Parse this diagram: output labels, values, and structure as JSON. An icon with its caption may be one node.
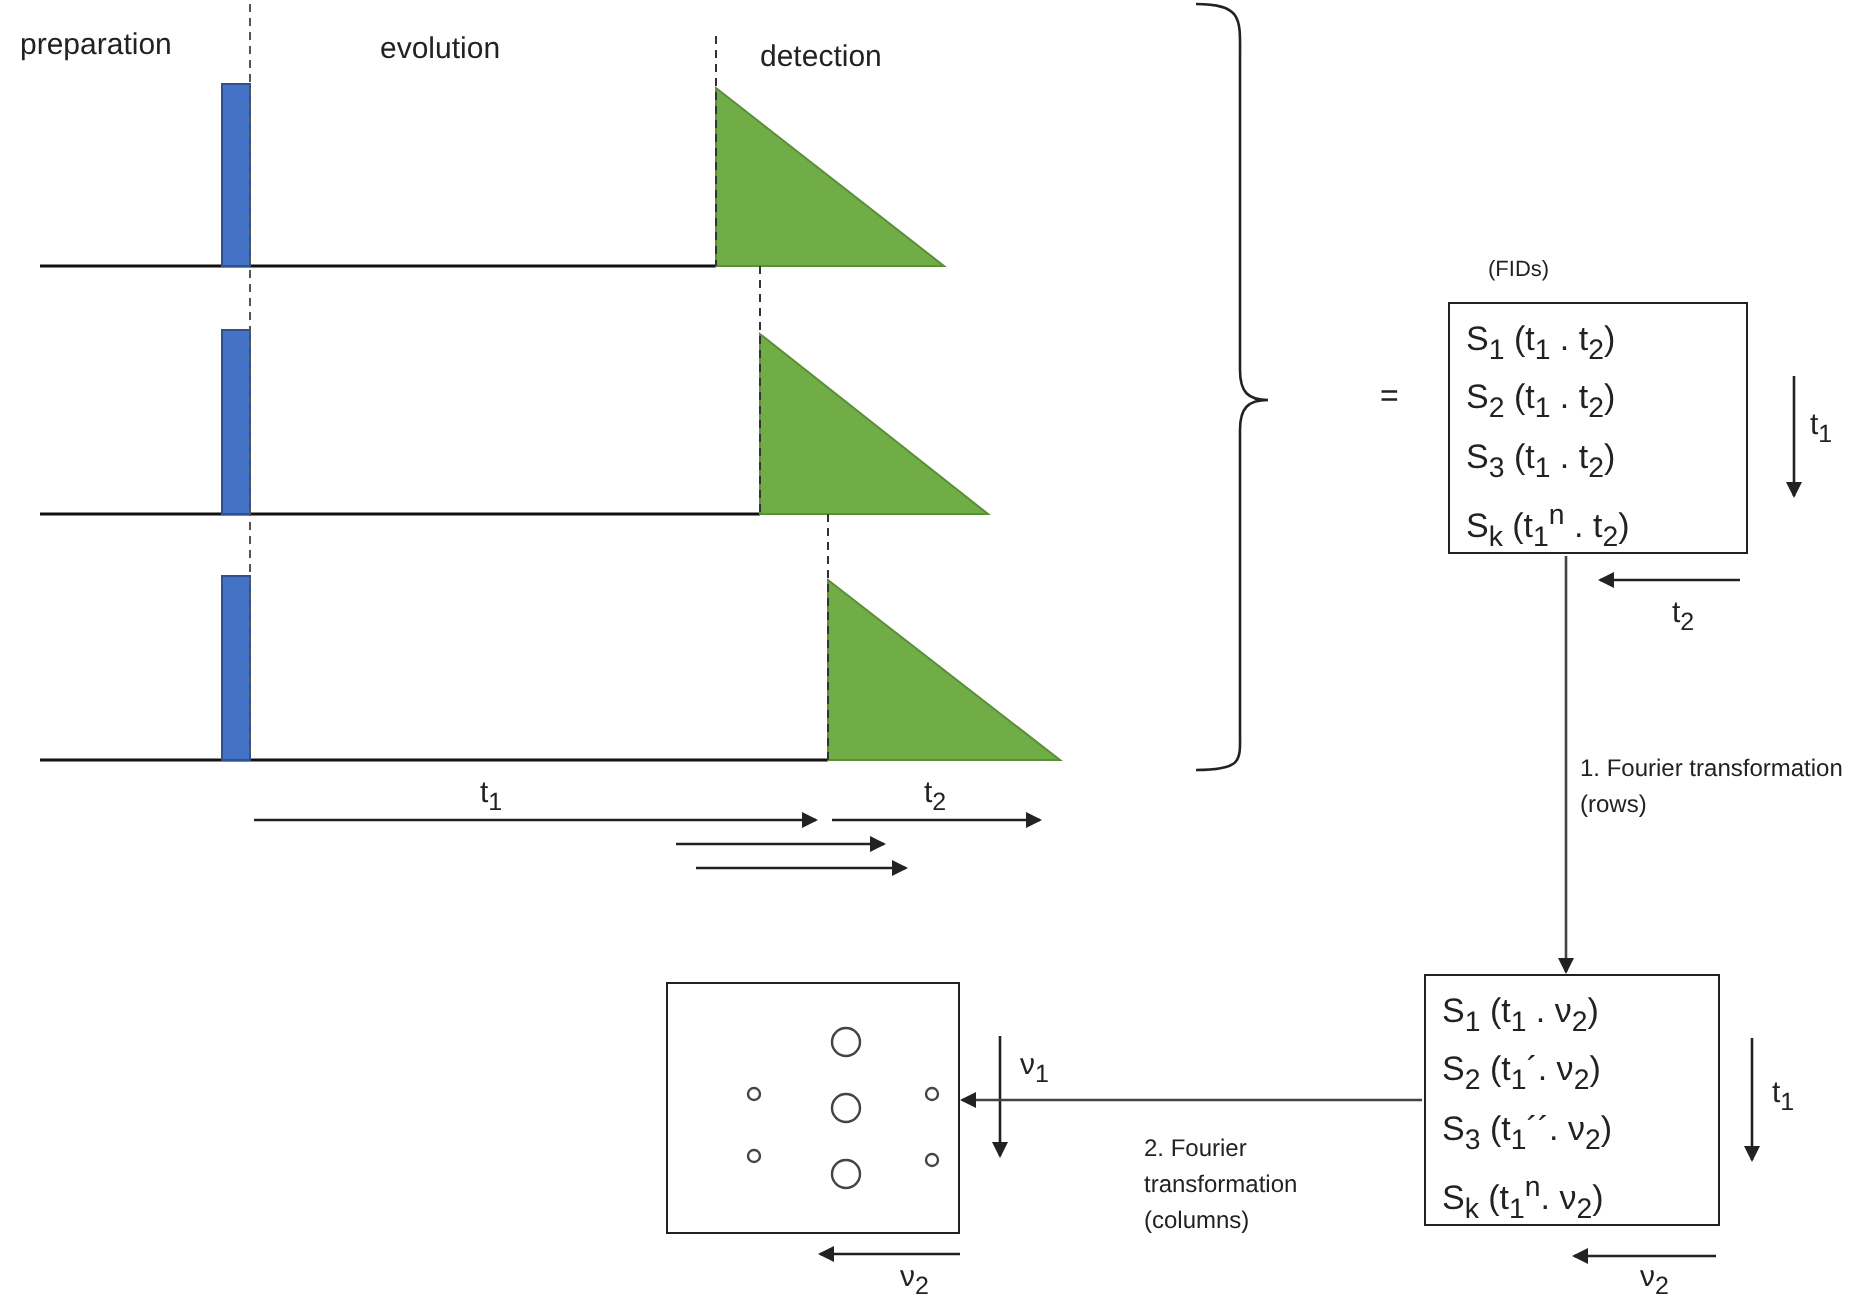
{
  "diagram": {
    "nodes": [
      {
        "text": [
          "S$_{1}$ (t$_{1}$ . t$_{2}$)",
          "S$_{2}$ (t$_{1}$ . t$_{2}$)",
          "S$_{3}$ (t$_{1}$ . t$_{2}$)",
          "S$_{k}$ (t$_{1}$$^{n}$ . t$_{2}$)"
        ],
        "beside": [
          "(FIDs)"
        ]
      },
      {
        "text": [
          "S$_{1}$ (t$_{1}$ . ν$_{2}$)",
          "S$_{2}$ (t$_{1}$´. ν$_{2}$)",
          "S$_{3}$ (t$_{1}$´´. ν$_{2}$)",
          "S$_{k}$ (t$_{1}$$^{n}$. ν$_{2}$)"
        ]
      },
      {
        "text": [],
        "shape": "box"
      }
    ],
    "edges": [
      {
        "from": 0,
        "to": 1,
        "arrow": "to",
        "label": "1. Fourier transformation (rows)"
      },
      {
        "from": 1,
        "to": 2,
        "arrow": "to",
        "label": "2. Fourier transformation (columns)"
      }
    ],
    "labels": [
      "preparation",
      "evolution",
      "detection",
      "t$_{1}$",
      "t$_{2}$",
      "=",
      "t$_{1}$",
      "t$_{2}$",
      "t$_{1}$",
      "ν$_{2}$",
      "ν$_{1}$",
      "ν$_{2}$"
    ]
  }
}
